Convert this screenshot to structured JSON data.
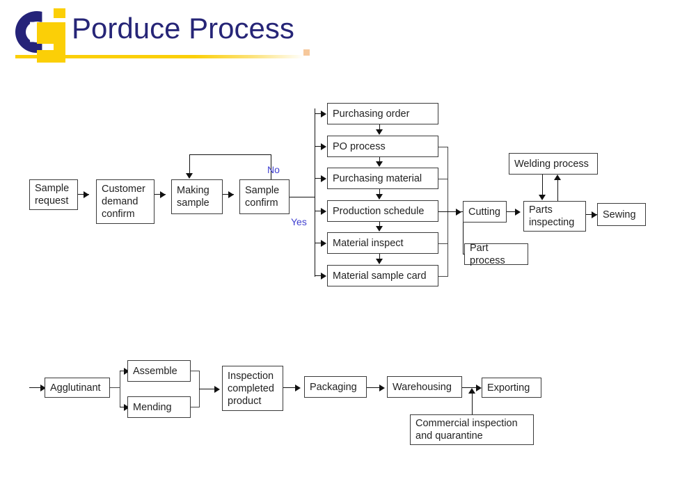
{
  "header": {
    "title": "Porduce Process",
    "logo_name": "ci-logo",
    "brand_navy": "#262577",
    "brand_yellow": "#FBCF07",
    "accent_orange": "#F6C89B"
  },
  "flow": {
    "decision_labels": {
      "no": "No",
      "yes": "Yes",
      "color": "#4040D0"
    },
    "row1": [
      {
        "id": "sample-request",
        "label": "Sample\nrequest"
      },
      {
        "id": "customer-demand-confirm",
        "label": "Customer\ndemand\nconfirm"
      },
      {
        "id": "making-sample",
        "label": "Making\nsample"
      },
      {
        "id": "sample-confirm",
        "label": "Sample\nconfirm"
      }
    ],
    "purchasing_stack": [
      {
        "id": "purchasing-order",
        "label": "Purchasing  order"
      },
      {
        "id": "po-process",
        "label": "PO process"
      },
      {
        "id": "purchasing-material",
        "label": "Purchasing material"
      },
      {
        "id": "production-schedule",
        "label": "Production  schedule"
      },
      {
        "id": "material-inspect",
        "label": "Material inspect"
      },
      {
        "id": "material-sample-card",
        "label": "Material sample card"
      }
    ],
    "production": [
      {
        "id": "cutting",
        "label": "Cutting"
      },
      {
        "id": "part-process",
        "label": "Part process"
      },
      {
        "id": "welding-process",
        "label": "Welding process"
      },
      {
        "id": "parts-inspecting",
        "label": "Parts\ninspecting"
      },
      {
        "id": "sewing",
        "label": "Sewing"
      }
    ],
    "row2": [
      {
        "id": "agglutinant",
        "label": "Agglutinant"
      },
      {
        "id": "assemble",
        "label": "Assemble"
      },
      {
        "id": "mending",
        "label": "Mending"
      },
      {
        "id": "inspection-completed-product",
        "label": "Inspection\ncompleted\nproduct"
      },
      {
        "id": "packaging",
        "label": "Packaging"
      },
      {
        "id": "warehousing",
        "label": "Warehousing"
      },
      {
        "id": "exporting",
        "label": "Exporting"
      },
      {
        "id": "commercial-inspection-and-quarantine",
        "label": "Commercial inspection\nand quarantine"
      }
    ]
  }
}
